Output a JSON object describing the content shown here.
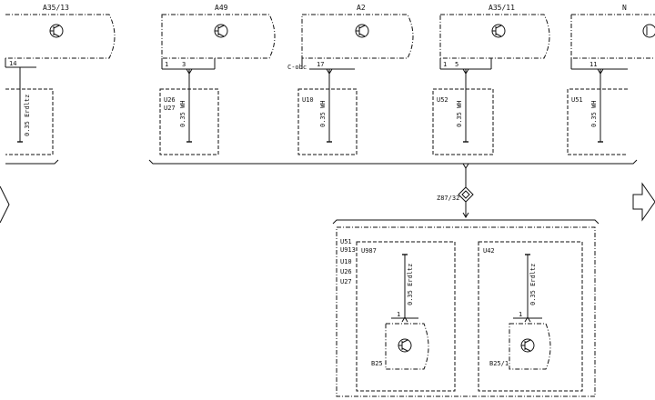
{
  "top_modules": {
    "a35_13": {
      "title": "A35/13",
      "pin": "14"
    },
    "a49": {
      "title": "A49",
      "pin1": "1",
      "pin2": "3"
    },
    "a2": {
      "title": "A2",
      "pin_prefix": "C-obc",
      "pin": "17"
    },
    "a35_11": {
      "title": "A35/11",
      "pin1": "1",
      "pin2": "5"
    },
    "n": {
      "title": "N",
      "pin": "11"
    }
  },
  "connectors": {
    "c1": {
      "wire": "0.35 Erdltz"
    },
    "c2": {
      "codes": [
        "U26",
        "U27"
      ],
      "wire": "0.35 WH"
    },
    "c3": {
      "codes": [
        "U10"
      ],
      "wire": "0.35 WH"
    },
    "c4": {
      "codes": [
        "U52"
      ],
      "wire": "0.35 WH"
    },
    "c5": {
      "codes": [
        "U51"
      ],
      "wire": "0.35 WH"
    }
  },
  "splice": {
    "label": "Z87/32"
  },
  "lower_block": {
    "codes": [
      "U51",
      "U913",
      "U10",
      "U26",
      "U27"
    ],
    "left": {
      "code": "U987",
      "wire": "0.35 Erdltz",
      "pin": "1",
      "component": "B25"
    },
    "right": {
      "code": "U42",
      "wire": "0.35 Erdltz",
      "pin": "1",
      "component": "B25/1"
    }
  }
}
